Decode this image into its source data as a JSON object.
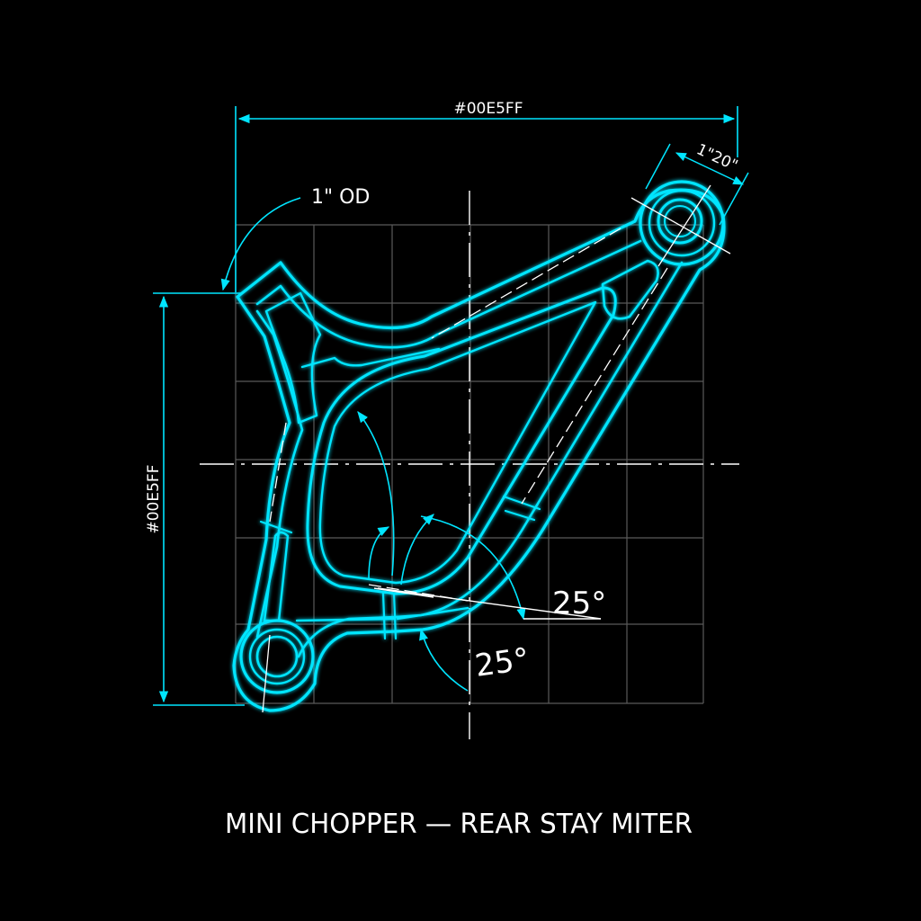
{
  "colors": {
    "background": "#000000",
    "accent": "#00E5FF",
    "line_white": "#FFFFFF",
    "grid": "#5A5A5A"
  },
  "labels": {
    "top_dimension": "#00E5FF",
    "tube_od": "1\" OD",
    "pivot_dimension": "1\"20\"",
    "left_dimension": "#00E5FF",
    "angle_upper": "25°",
    "angle_lower": "25°"
  },
  "title": "MINI CHOPPER — REAR STAY MITER"
}
